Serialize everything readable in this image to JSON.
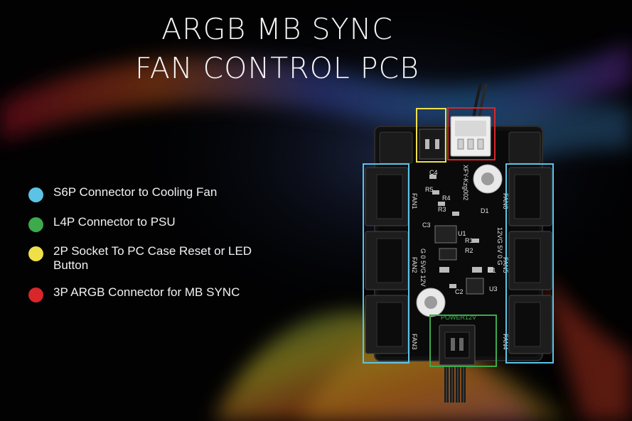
{
  "title": {
    "line1": "ARGB MB SYNC",
    "line2": "FAN CONTROL PCB"
  },
  "legend": [
    {
      "label": "S6P Connector to Cooling Fan",
      "color": "#5bc4e6"
    },
    {
      "label": "L4P Connector to PSU",
      "color": "#3daa4c"
    },
    {
      "label": "2P Socket To PC Case Reset or LED Button",
      "color": "#efe04a"
    },
    {
      "label": "3P ARGB Connector for MB SYNC",
      "color": "#d8262b"
    }
  ],
  "pcb": {
    "labels": {
      "fan1": "FAN1",
      "fan2": "FAN2",
      "fan3": "FAN3",
      "fan4": "FAN4",
      "fan5": "FAN5",
      "fan6": "FAN6",
      "power": "POWER12V",
      "model": "XFY-Kzg002",
      "pins_left": "G 0 5VG 12V",
      "pins_right": "12VG 5V 0 G",
      "c4": "C4",
      "r5": "R5",
      "r4": "R4",
      "r3": "R3",
      "c3": "C3",
      "u1": "U1",
      "r1": "R1",
      "r2": "R2",
      "d1": "D1",
      "c1": "C1",
      "c2": "C2",
      "u3": "U3"
    },
    "colors": {
      "fan_box": "#5bc4e6",
      "power_box": "#3daa4c",
      "socket_box": "#efe04a",
      "argb_box": "#d8262b"
    }
  }
}
